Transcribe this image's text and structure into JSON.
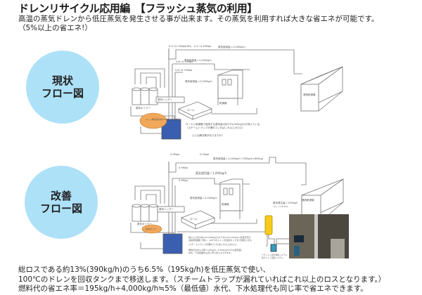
{
  "header": {
    "title": "ドレンリサイクル応用編　【フラッシュ蒸気の利用】",
    "intro_line1": "高温の蒸気ドレンから低圧蒸気を発生させる事が出来ます。その蒸気を利用すれば大きな省エネが可能です。",
    "intro_line2": "（5%以上の省エネ!）"
  },
  "current_flow": {
    "badge_line1": "現状",
    "badge_line2": "フロー図",
    "pressure_top_left": "0.5〜0.75Mpa(RG)",
    "pressure_top_right": "0.2〜0.45Mpa",
    "steam_gen_label": "蒸気使用量＝1,000kg/h",
    "pressure_mid": "0.8〜0.75Mpa",
    "steam_use_label_1": "蒸気使用量＝1,000kg/h",
    "pressure_low": "0.8〜0.75Mpa",
    "steam_use_label_2": "蒸気使用量＝2,000kg/h",
    "boiler_label": "蒸気ボイラー",
    "header_label": "蒸気ヘッダー",
    "roll_label": "ロール",
    "dryer_label": "乾燥機",
    "duct_label": "連続乾燥機",
    "cloud_text": "ドレン発生量の約13%が大気へ放出",
    "note_line1": "ロールと乾燥機で使用する蒸気量の約13%(390kg/h)が消えている。",
    "note_line2": "（スチームトラップが漏れていればこれ以上のロス）",
    "note_question": "どんな解決策がありますか？"
  },
  "improved_flow": {
    "badge_line1": "改善",
    "badge_line2": "フロー図",
    "pressure_top_left": "0.9Mpa",
    "pressure_top_right": "0.2Mpa",
    "steam_gen_label": "蒸気使用量＝1,000kg/h−195kg/h=805kg/",
    "pressure_mid": "0.9Mpa",
    "steam_use_label_1": "蒸気使用量＝1,000kg/h",
    "pressure_low": "0.9Mpa",
    "steam_use_label_2": "蒸気使用量＝2,000kg/h",
    "boiler_label": "蒸気ボイラー",
    "header_label": "蒸気ヘッダー",
    "roll_label": "ロール",
    "dryer_label": "乾燥機",
    "duct_label": "連続乾燥機",
    "flash_steam_label": "蒸気発生量＝195kg/h",
    "flash_steam_sub": "(ドレン×6.5%)",
    "tank_label": "回収タンク",
    "note_line1": "総ロスである約13%(390kg/h)のうち6.5%(195kg/h)を低圧蒸気",
    "note_line2": "(連続乾燥機)で使い、100℃のドレンを回収タンクまで移送します。",
    "note_line3": "(スチームトラップが漏れていればこれ以上のロス)",
    "note_line4": "燃料代の省エネ率＝195kg/h÷4,000kg/h≒5%(最低値)",
    "note_line5": "水代、下水処理代も同じ率で省エネできます。",
    "system_label_1": "フラッシュ蒸気発生システム",
    "system_label_2": "及びドレン回収システム",
    "photo_alt": "設備写真"
  },
  "footer": {
    "line1": "総ロスである約13%(390kg/h)のうち6.5%（195kg/h)を低圧蒸気で使い、",
    "line2": "100℃のドレンを回収タンクまで移送します。（スチームトラップが漏れていればこれ以上のロスとなります。）",
    "line3": "燃料代の省エネ率＝195kg/h÷4,000kg/h≒5%（最低値）水代、下水処理代も同じ率で省エネできます。"
  },
  "colors": {
    "badge_bg": "#ade1f8",
    "tank_water": "#3a5fb0",
    "cloud": "#f2a85a",
    "flash_tank": "#f5cc1a",
    "pump": "#3a9bb8"
  }
}
